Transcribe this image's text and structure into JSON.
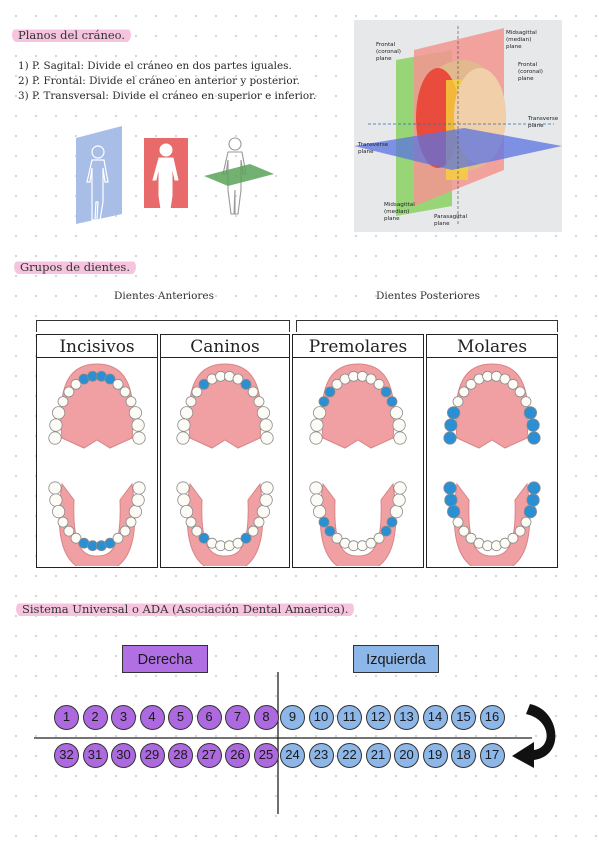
{
  "section_planes": {
    "title": "Planos del cráneo.",
    "items": [
      "1) P. Sagital: Divide el cráneo en dos partes iguales.",
      "2) P. Frontal: Divide el cráneo en anterior y posterior.",
      "3) P. Transversal: Divide el cráneo en superior e inferior."
    ],
    "skull_labels": {
      "frontal": [
        "Frontal",
        "(coronal)",
        "plane"
      ],
      "midsagittal_top": [
        "Midsagittal",
        "(median)",
        "plane"
      ],
      "frontal_right": [
        "Frontal",
        "(coronal)",
        "plane"
      ],
      "transverse_right": [
        "Transverse",
        "plane"
      ],
      "transverse_left": [
        "Transverse",
        "plane"
      ],
      "midsagittal_bottom": [
        "Midsagittal",
        "(median)",
        "plane"
      ],
      "parasagittal": [
        "Parasagittal",
        "plane"
      ]
    }
  },
  "section_groups": {
    "title": "Grupos de dientes.",
    "anterior_label": "Dientes Anteriores",
    "posterior_label": "Dientes Posteriores",
    "panels": [
      "Incisivos",
      "Caninos",
      "Premolares",
      "Molares"
    ]
  },
  "section_system": {
    "title": "Sistema Universal o ADA (Asociación Dental Amaerica).",
    "right_label": "Derecha",
    "left_label": "Izquierda",
    "upper_right": [
      "1",
      "2",
      "3",
      "4",
      "5",
      "6",
      "7",
      "8"
    ],
    "upper_left": [
      "9",
      "10",
      "11",
      "12",
      "13",
      "14",
      "15",
      "16"
    ],
    "lower_right": [
      "32",
      "31",
      "30",
      "29",
      "28",
      "27",
      "26",
      "25"
    ],
    "lower_left": [
      "24",
      "23",
      "22",
      "21",
      "20",
      "19",
      "18",
      "17"
    ]
  },
  "colors": {
    "highlight": "#f7c4df",
    "right_teeth": "#ad6ae0",
    "left_teeth": "#8db7e8",
    "tooth_marker": "#2b8fd4",
    "gum": "#f0a0a2"
  }
}
